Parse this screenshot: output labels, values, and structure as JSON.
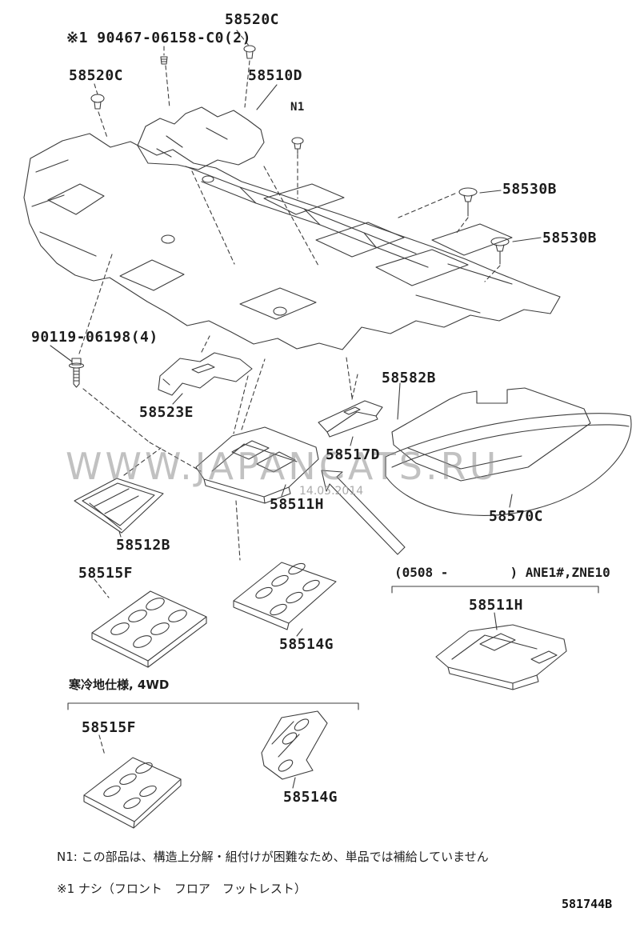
{
  "page": {
    "watermark": "WWW.JAPANCATS.RU",
    "watermark_date": "14.05.2014",
    "drawing_code": "581744B"
  },
  "callouts": {
    "clip_top": "58520C",
    "grommet_ref": "※1 90467-06158-C0(2)",
    "clip_left": "58520C",
    "floor_carpet": "58510D",
    "n1_marker": "N1",
    "clip_rear_upper": "58530B",
    "clip_rear_lower": "58530B",
    "bolt": "90119-06198(4)",
    "bracket": "58523E",
    "rear_floor_mat": "58582B",
    "sill_strip": "58517D",
    "footrest_main": "58511H",
    "rear_carpet": "58570C",
    "heel_pad": "58512B",
    "silencer_pad_f1": "58515F",
    "applicability": "(0508 -        ) ANE1#,ZNE10",
    "footrest_alt": "58511H",
    "silencer_pad_g1": "58514G",
    "cold_climate_spec": "寒冷地仕様, 4WD",
    "silencer_pad_f2": "58515F",
    "silencer_pad_g2": "58514G"
  },
  "notes": {
    "n1_note": "N1: この部品は、構造上分解・組付けが困難なため、単品では補給していません",
    "asterisk_note": "※1 ナシ（フロント　フロア　フットレスト）"
  }
}
